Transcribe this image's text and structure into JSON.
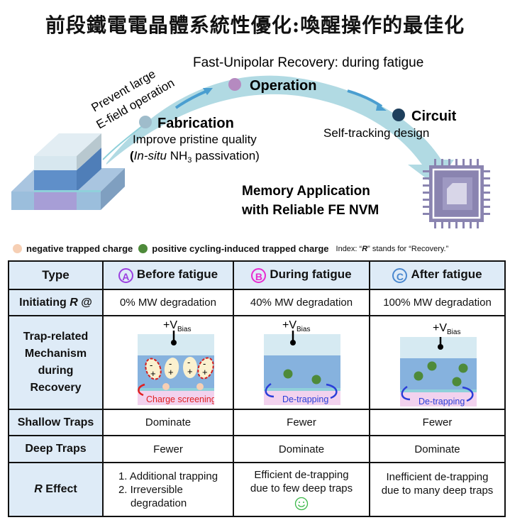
{
  "title": "前段鐵電電晶體系統性優化:喚醒操作的最佳化",
  "flow": {
    "top_note": "Fast-Unipolar Recovery: during fatigue",
    "side_note_line1": "Prevent large",
    "side_note_line2": "E-field operation",
    "stages": [
      {
        "label": "Fabrication",
        "desc_line1": "Improve pristine quality",
        "desc_line2_italic": "In-situ",
        "desc_line2_rest": " NH",
        "desc_line2_sub": "3",
        "desc_line2_end": " passivation)",
        "desc_open_paren": "(",
        "color": "#9fbccb"
      },
      {
        "label": "Operation",
        "color": "#b58ac0"
      },
      {
        "label": "Circuit",
        "desc_line1": "Self-tracking design",
        "color": "#1e3f5c"
      }
    ],
    "goal_line1": "Memory Application",
    "goal_line2": "with Reliable FE NVM",
    "arrow_color": "#a8d6e0",
    "chip_color": "#8a84b0"
  },
  "legend": {
    "negative": "negative trapped charge",
    "positive": "positive cycling-induced trapped charge",
    "index_prefix": "Index: “",
    "index_R": "R",
    "index_suffix": "” stands for “Recovery.”"
  },
  "table": {
    "header": {
      "type": "Type",
      "cols": [
        {
          "badge": "A",
          "label": "Before fatigue"
        },
        {
          "badge": "B",
          "label": "During fatigue"
        },
        {
          "badge": "C",
          "label": "After fatigue"
        }
      ]
    },
    "initiating": {
      "label_prefix": "Initiating ",
      "label_R": "R",
      "label_suffix": " @",
      "values": [
        "0% MW degradation",
        "40% MW degradation",
        "100% MW degradation"
      ]
    },
    "mechanism": {
      "label_lines": [
        "Trap-related",
        "Mechanism",
        "during",
        "Recovery"
      ],
      "bias_label": "+V",
      "bias_sub": "Bias",
      "captions": [
        "Charge screening",
        "De-trapping",
        "De-trapping"
      ]
    },
    "shallow": {
      "label": "Shallow Traps",
      "values": [
        "Dominate",
        "Fewer",
        "Fewer"
      ]
    },
    "deep": {
      "label": "Deep Traps",
      "values": [
        "Fewer",
        "Dominate",
        "Dominate"
      ]
    },
    "effect": {
      "label_R": "R",
      "label_suffix": " Effect",
      "col1": [
        "1. Additional trapping",
        "2. Irreversible",
        "degradation"
      ],
      "col2": [
        "Efficient de-trapping",
        "due to few deep traps"
      ],
      "col3": [
        "Inefficient de-trapping",
        "due to many deep traps"
      ],
      "col2_icon": "smiley-icon"
    }
  }
}
